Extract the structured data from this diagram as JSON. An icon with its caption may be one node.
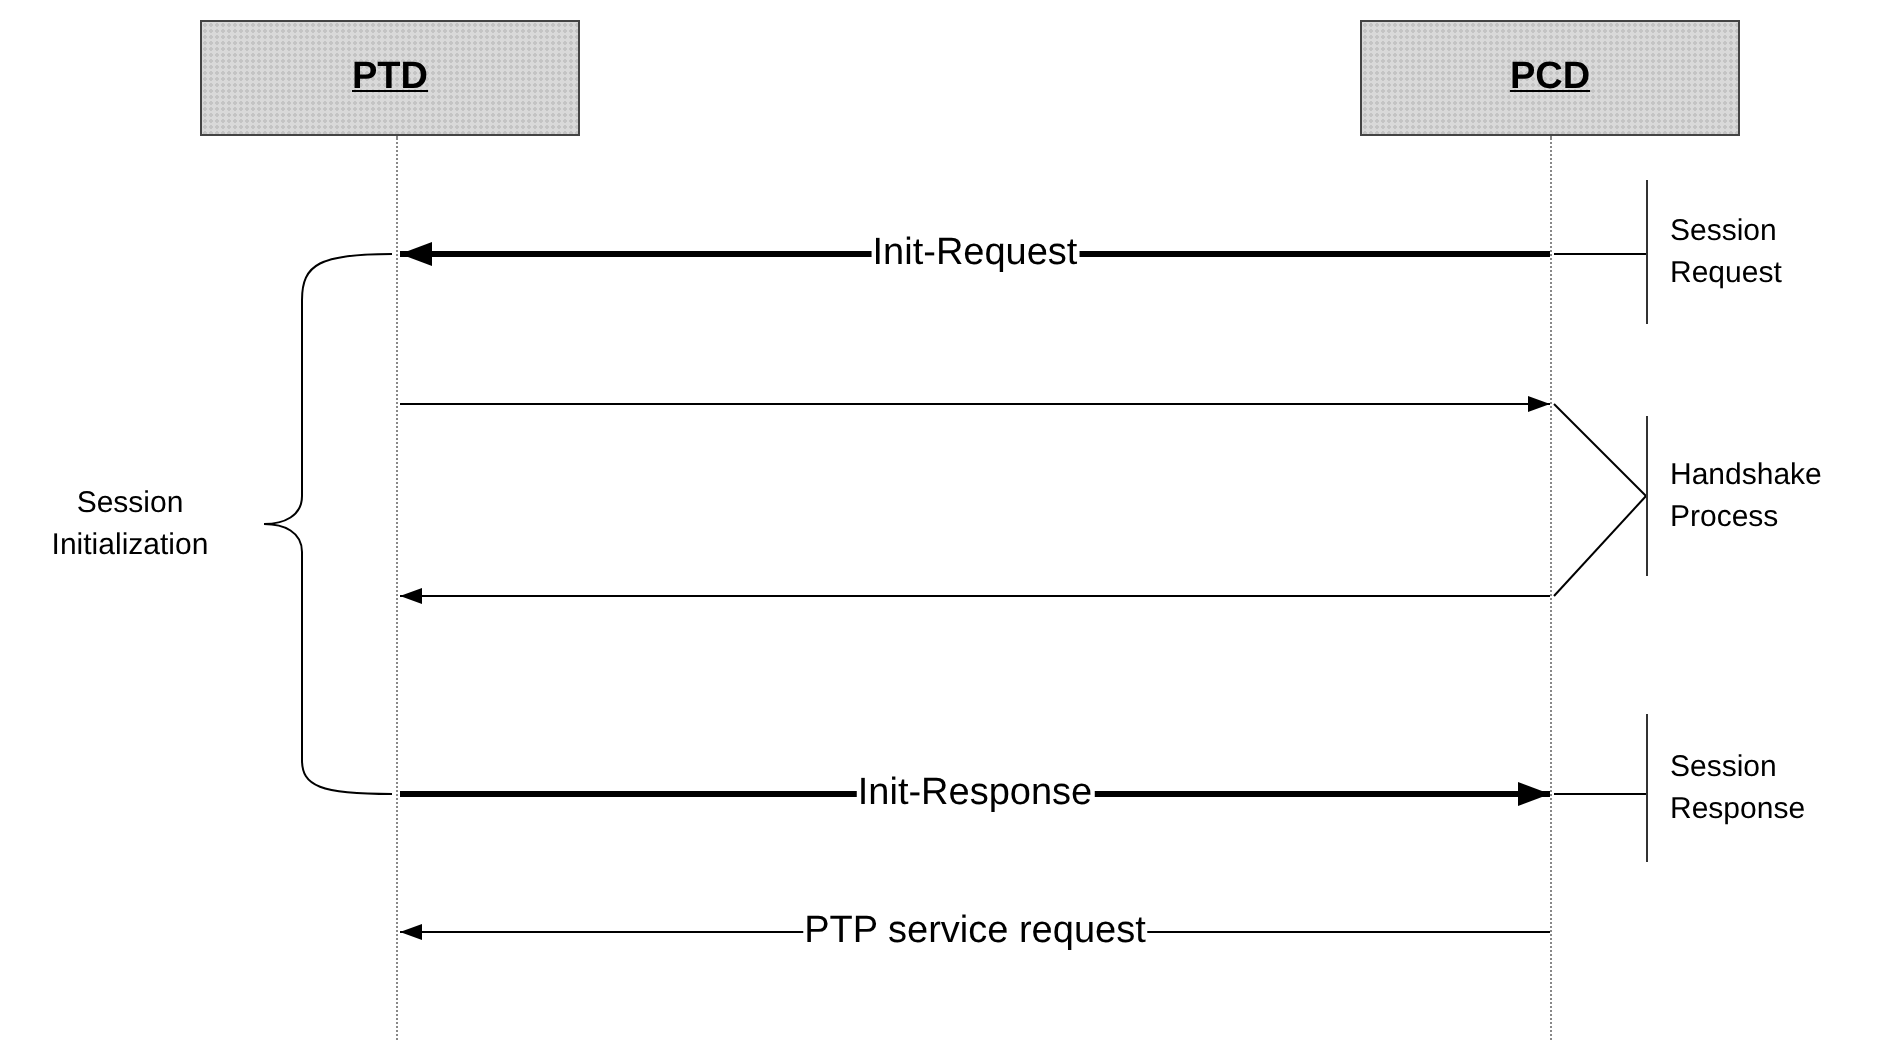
{
  "diagram": {
    "nodes": [
      {
        "text": [
          "PTD"
        ]
      },
      {
        "text": [
          "PCD"
        ]
      },
      {
        "text": [],
        "shape": "bar"
      },
      {
        "text": [],
        "shape": "bar"
      },
      {
        "text": [
          "Session Request"
        ]
      },
      {
        "text": [
          "Handshake Process"
        ]
      },
      {
        "text": [
          "Session Response"
        ]
      }
    ],
    "edges": [
      {
        "from": 3,
        "to": 2,
        "arrow": "to",
        "label": "Init-Request",
        "style": "thick"
      },
      {
        "from": 2,
        "to": 3,
        "arrow": "to"
      },
      {
        "from": 3,
        "to": 2,
        "arrow": "to"
      },
      {
        "from": 2,
        "to": 3,
        "arrow": "to",
        "label": "Init-Response",
        "style": "thick"
      },
      {
        "from": 3,
        "to": 2,
        "arrow": "to",
        "label": "PTP service request"
      },
      {
        "from": 3,
        "to": 4,
        "arrow": "none"
      },
      {
        "from": 3,
        "to": 5,
        "arrow": "none"
      },
      {
        "from": 3,
        "to": 5,
        "arrow": "none"
      },
      {
        "from": 3,
        "to": 6,
        "arrow": "none"
      }
    ],
    "labels": [
      "Session Initialization"
    ]
  }
}
